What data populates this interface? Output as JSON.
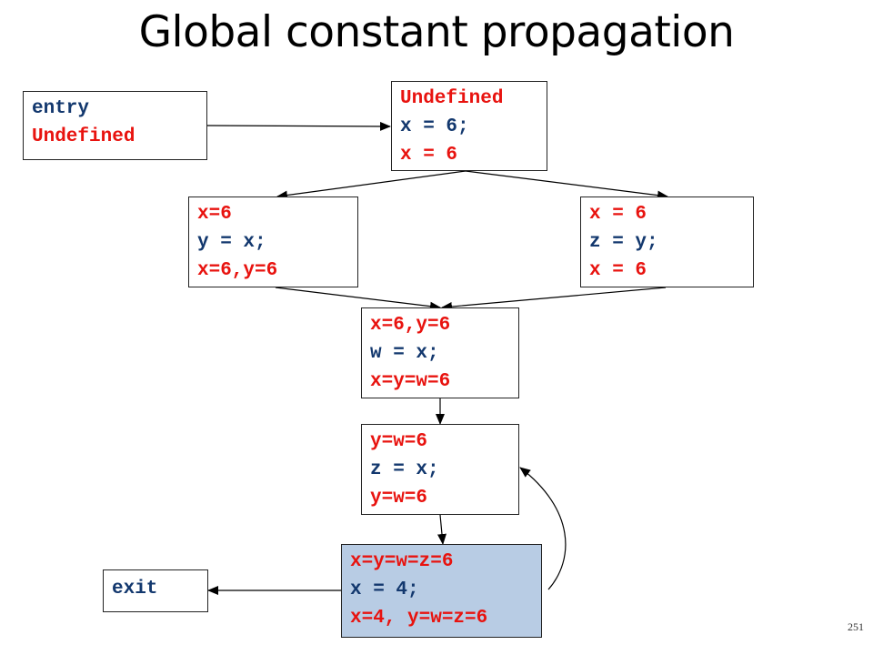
{
  "title": "Global constant propagation",
  "page_number": "251",
  "colors": {
    "fact": "#e8130f",
    "code": "#13386e",
    "highlight": "#b8cce4"
  },
  "nodes": {
    "entry": {
      "lines": [
        {
          "text": "entry",
          "kind": "code"
        },
        {
          "text": "Undefined",
          "kind": "fact"
        }
      ]
    },
    "n1": {
      "lines": [
        {
          "text": "Undefined",
          "kind": "fact"
        },
        {
          "text": "x = 6;",
          "kind": "code"
        },
        {
          "text": "x = 6",
          "kind": "fact"
        }
      ]
    },
    "n2": {
      "lines": [
        {
          "text": "x=6",
          "kind": "fact"
        },
        {
          "text": "y = x;",
          "kind": "code"
        },
        {
          "text": "x=6,y=6",
          "kind": "fact"
        }
      ]
    },
    "n3": {
      "lines": [
        {
          "text": "x = 6",
          "kind": "fact"
        },
        {
          "text": "z = y;",
          "kind": "code"
        },
        {
          "text": "x = 6",
          "kind": "fact"
        }
      ]
    },
    "n4": {
      "lines": [
        {
          "text": "x=6,y=6",
          "kind": "fact"
        },
        {
          "text": "w = x;",
          "kind": "code"
        },
        {
          "text": "x=y=w=6",
          "kind": "fact"
        }
      ]
    },
    "n5": {
      "lines": [
        {
          "text": "y=w=6",
          "kind": "fact"
        },
        {
          "text": "z = x;",
          "kind": "code"
        },
        {
          "text": "y=w=6",
          "kind": "fact"
        }
      ]
    },
    "n6": {
      "lines": [
        {
          "text": "x=y=w=z=6",
          "kind": "fact"
        },
        {
          "text": "x = 4;",
          "kind": "code"
        },
        {
          "text": "x=4, y=w=z=6",
          "kind": "fact"
        }
      ]
    },
    "exit": {
      "lines": [
        {
          "text": "exit",
          "kind": "code"
        }
      ]
    }
  },
  "edges": [
    {
      "from": "entry",
      "to": "n1"
    },
    {
      "from": "n1",
      "to": "n2"
    },
    {
      "from": "n1",
      "to": "n3"
    },
    {
      "from": "n2",
      "to": "n4"
    },
    {
      "from": "n3",
      "to": "n4"
    },
    {
      "from": "n4",
      "to": "n5"
    },
    {
      "from": "n5",
      "to": "n6"
    },
    {
      "from": "n6",
      "to": "n5",
      "style": "back-edge"
    },
    {
      "from": "n6",
      "to": "exit"
    }
  ]
}
